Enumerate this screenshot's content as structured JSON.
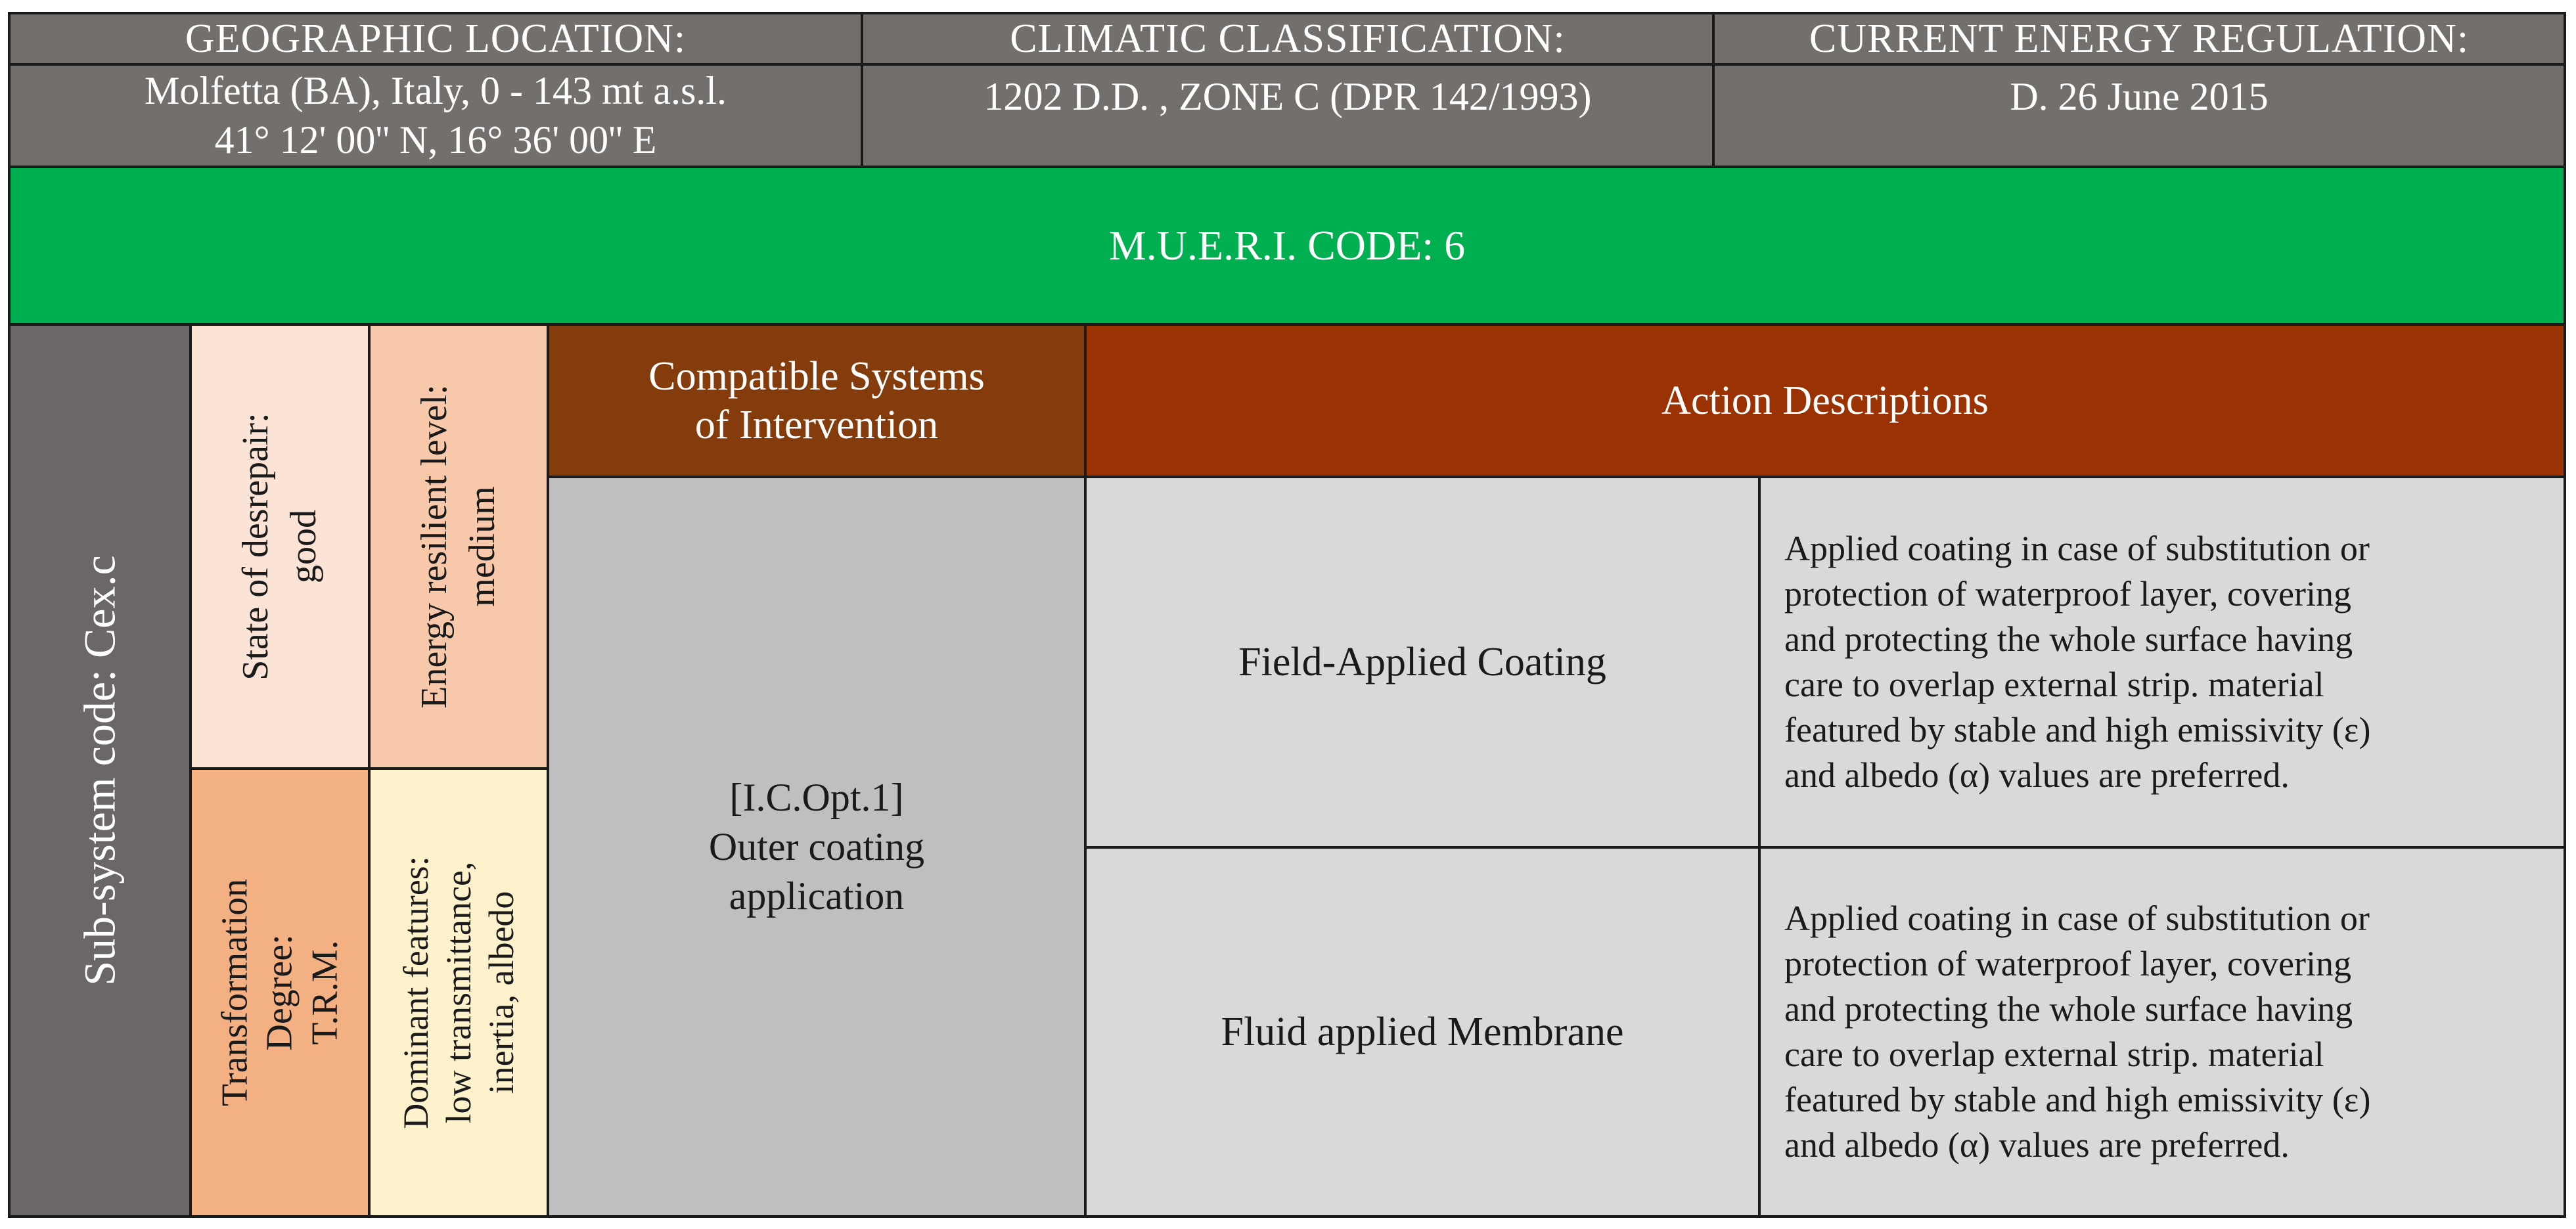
{
  "colors": {
    "header_gray": "#736f6c",
    "code_green": "#00af50",
    "subsystem_gray": "#6b6766",
    "state_pink": "#fbe4d6",
    "energy_peach": "#f7c9aa",
    "transformation_orange": "#f3b183",
    "dominant_yellow": "#fef2cc",
    "compatible_brown": "#843c0c",
    "action_rust": "#9b3203",
    "intervention_gray": "#bfbfbf",
    "action_cell_gray": "#d9d9d9"
  },
  "header": {
    "geo": {
      "title": "GEOGRAPHIC LOCATION:",
      "line1": "Molfetta (BA), Italy, 0 - 143 mt a.s.l.",
      "line2": "41° 12' 00'' N, 16° 36' 00'' E"
    },
    "climate": {
      "title": "CLIMATIC CLASSIFICATION:",
      "line1": "1202 D.D. , ZONE C (DPR 142/1993)"
    },
    "energy": {
      "title": "CURRENT ENERGY REGULATION:",
      "line1": "D. 26 June 2015"
    }
  },
  "code": {
    "label": "M.U.E.R.I. CODE: 6"
  },
  "subsystem": {
    "label": "Sub-system code: Cex.c"
  },
  "state": {
    "line1": "State of desrepair:",
    "line2": "good"
  },
  "energy_level": {
    "line1": "Energy resilient level:",
    "line2": "medium"
  },
  "transformation": {
    "line1": "Transformation",
    "line2": "Degree:",
    "line3": "T.R.M."
  },
  "dominant": {
    "line1": "Dominant features:",
    "line2": "low transmittance,",
    "line3": "inertia, albedo"
  },
  "compatible": {
    "line1": "Compatible Systems",
    "line2": "of Intervention"
  },
  "action_header": {
    "label": "Action Descriptions"
  },
  "intervention": {
    "line1": "[I.C.Opt.1]",
    "line2": "Outer coating",
    "line3": "application"
  },
  "actions": [
    {
      "name": "Field-Applied Coating",
      "lines": [
        "Applied coating in case of substitution or",
        "protection of waterproof layer, covering",
        "and protecting the whole surface having",
        "care to overlap external strip. material",
        "featured by stable and high emissivity (ε)",
        "and albedo (α) values are preferred."
      ]
    },
    {
      "name": "Fluid applied Membrane",
      "lines": [
        "Applied coating in case of substitution or",
        "protection of waterproof layer, covering",
        "and protecting the whole surface having",
        "care to overlap external strip. material",
        "featured by stable and high emissivity (ε)",
        "and albedo (α) values are preferred."
      ]
    }
  ]
}
